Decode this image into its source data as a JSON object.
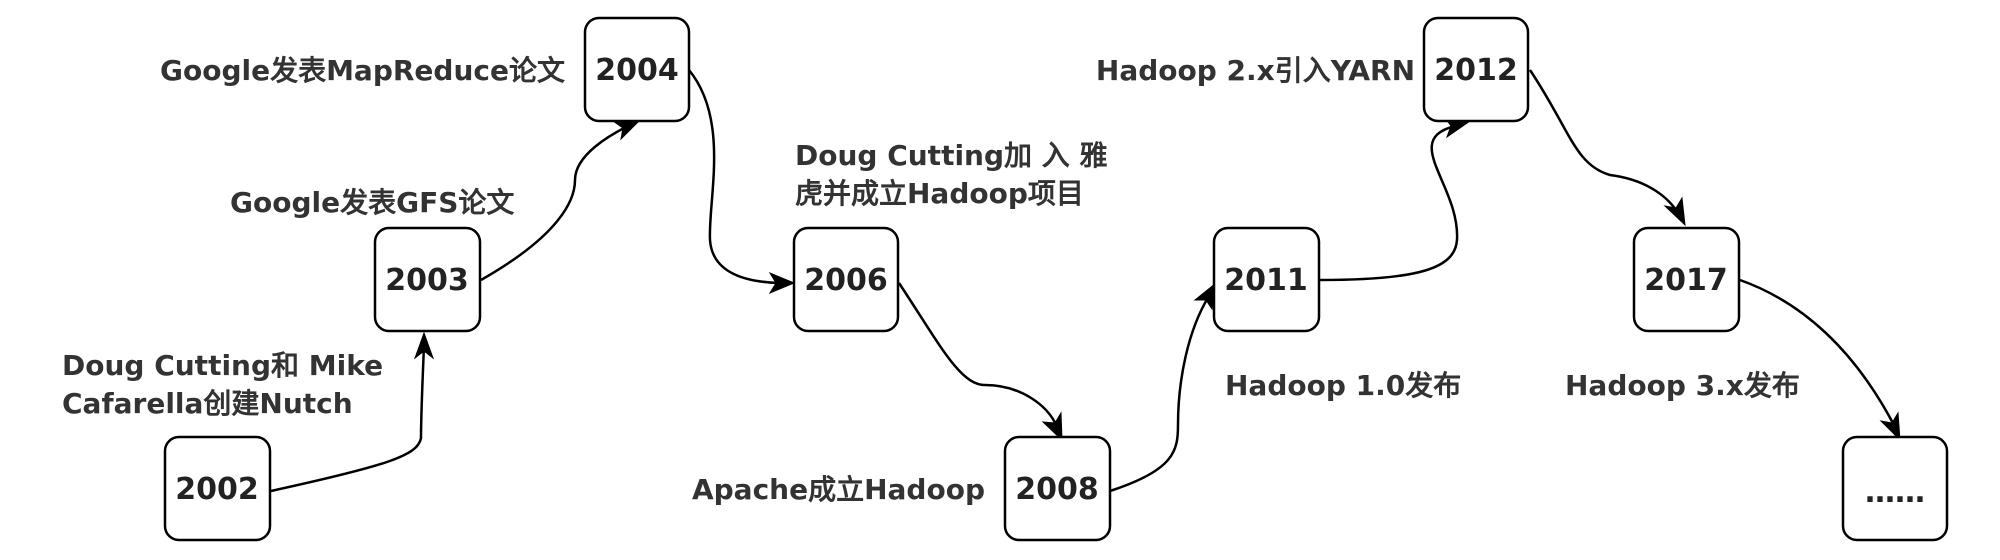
{
  "nodes": [
    {
      "id": "n2002",
      "text": "2002"
    },
    {
      "id": "n2003",
      "text": "2003"
    },
    {
      "id": "n2004",
      "text": "2004"
    },
    {
      "id": "n2006",
      "text": "2006"
    },
    {
      "id": "n2008",
      "text": "2008"
    },
    {
      "id": "n2011",
      "text": "2011"
    },
    {
      "id": "n2012",
      "text": "2012"
    },
    {
      "id": "n2017",
      "text": "2017"
    },
    {
      "id": "nmore",
      "text": "……"
    }
  ],
  "labels": {
    "y2002": [
      "Doug  Cutting和 Mike",
      "Cafarella创建Nutch"
    ],
    "y2003": "Google发表GFS论文",
    "y2004": "Google发表MapReduce论文",
    "y2006": [
      "Doug  Cutting加 入 雅",
      "虎并成立Hadoop项目"
    ],
    "y2008": "Apache成立Hadoop",
    "y2011": "Hadoop  1.0发布",
    "y2012": "Hadoop  2.x引入YARN",
    "y2017": "Hadoop  3.x发布"
  },
  "edges": [
    {
      "from": "2002",
      "to": "2003"
    },
    {
      "from": "2003",
      "to": "2004"
    },
    {
      "from": "2004",
      "to": "2006"
    },
    {
      "from": "2006",
      "to": "2008"
    },
    {
      "from": "2008",
      "to": "2011"
    },
    {
      "from": "2011",
      "to": "2012"
    },
    {
      "from": "2012",
      "to": "2017"
    },
    {
      "from": "2017",
      "to": "……"
    }
  ],
  "colors": {
    "stroke": "#000000",
    "text": "#222222",
    "background": "#ffffff"
  }
}
